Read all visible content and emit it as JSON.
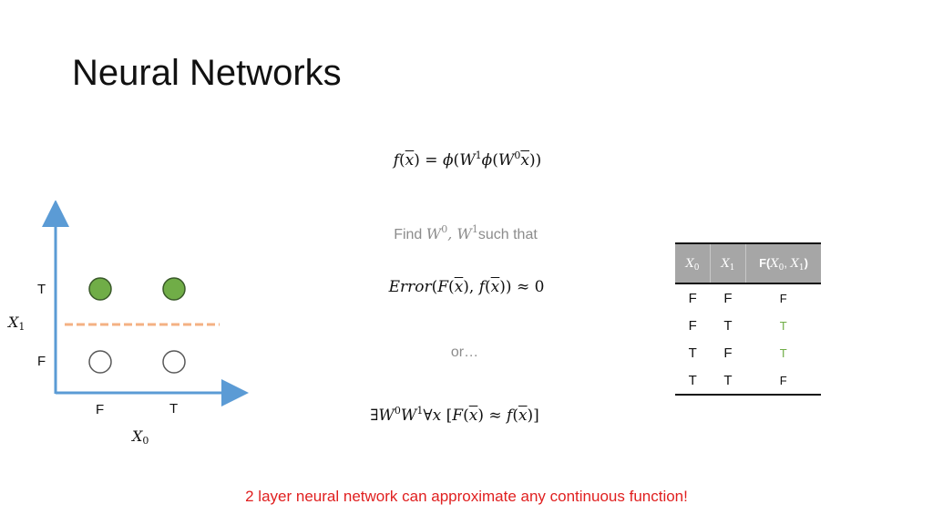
{
  "slide": {
    "title": "Neural Networks",
    "find_prefix": "Find",
    "find_suffix": "such that",
    "or_text": "or…",
    "footer": "2 layer neural network can approximate any continuous function!"
  },
  "plot": {
    "y_labels": [
      "T",
      "F"
    ],
    "x_labels": [
      "F",
      "T"
    ],
    "points": [
      {
        "x": "F",
        "y": "T",
        "filled": true
      },
      {
        "x": "T",
        "y": "T",
        "filled": true
      },
      {
        "x": "F",
        "y": "F",
        "filled": false
      },
      {
        "x": "T",
        "y": "F",
        "filled": false
      }
    ],
    "colors": {
      "axis": "#5b9bd5",
      "filled_point": "#70ad47",
      "boundary": "#f4b183"
    }
  },
  "truth_table": {
    "header_output_bold": "F",
    "rows": [
      {
        "x0": "F",
        "x1": "F",
        "out": "F",
        "highlight": false
      },
      {
        "x0": "F",
        "x1": "T",
        "out": "T",
        "highlight": true
      },
      {
        "x0": "T",
        "x1": "F",
        "out": "T",
        "highlight": true
      },
      {
        "x0": "T",
        "x1": "T",
        "out": "F",
        "highlight": false
      }
    ],
    "colors": {
      "header_bg": "#a6a6a6",
      "highlight": "#70ad47"
    }
  }
}
